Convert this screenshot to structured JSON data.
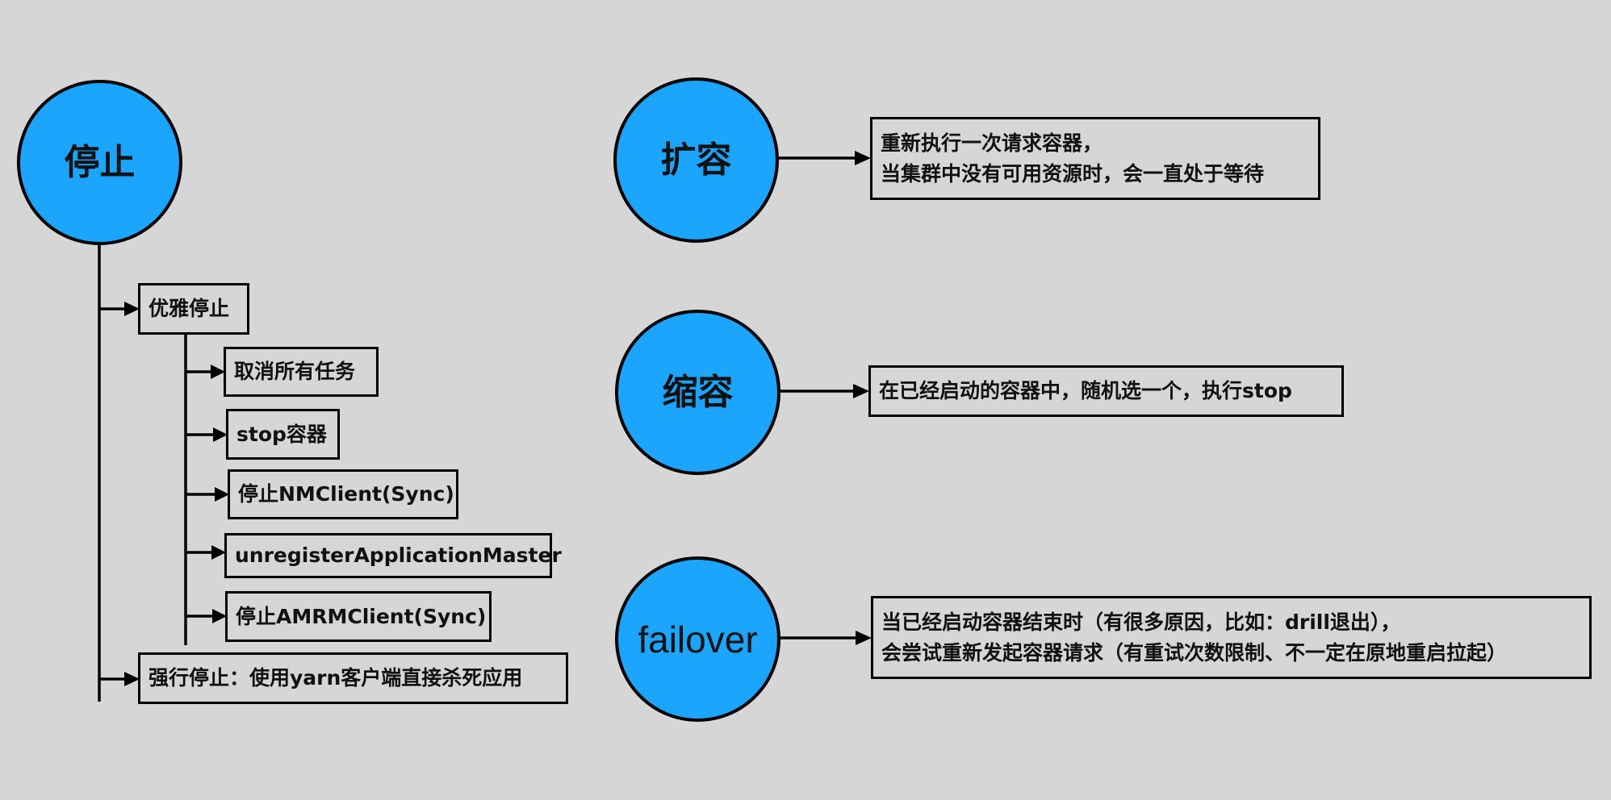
{
  "colors": {
    "background": "#d6d6d6",
    "circle_fill": "#1ba5fc",
    "stroke": "#000000"
  },
  "stop": {
    "title": "停止",
    "graceful": {
      "label": "优雅停止",
      "steps": [
        "取消所有任务",
        "stop容器",
        "停止NMClient(Sync)",
        "unregisterApplicationMaster",
        "停止AMRMClient(Sync)"
      ]
    },
    "forced": {
      "label": "强行停止：使用yarn客户端直接杀死应用"
    }
  },
  "scale_up": {
    "title": "扩容",
    "lines": [
      "重新执行一次请求容器，",
      "当集群中没有可用资源时，会一直处于等待"
    ]
  },
  "scale_down": {
    "title": "缩容",
    "lines": [
      "在已经启动的容器中，随机选一个，执行stop"
    ]
  },
  "failover": {
    "title": "failover",
    "lines": [
      "当已经启动容器结束时（有很多原因，比如：drill退出），",
      "会尝试重新发起容器请求（有重试次数限制、不一定在原地重启拉起）"
    ]
  }
}
